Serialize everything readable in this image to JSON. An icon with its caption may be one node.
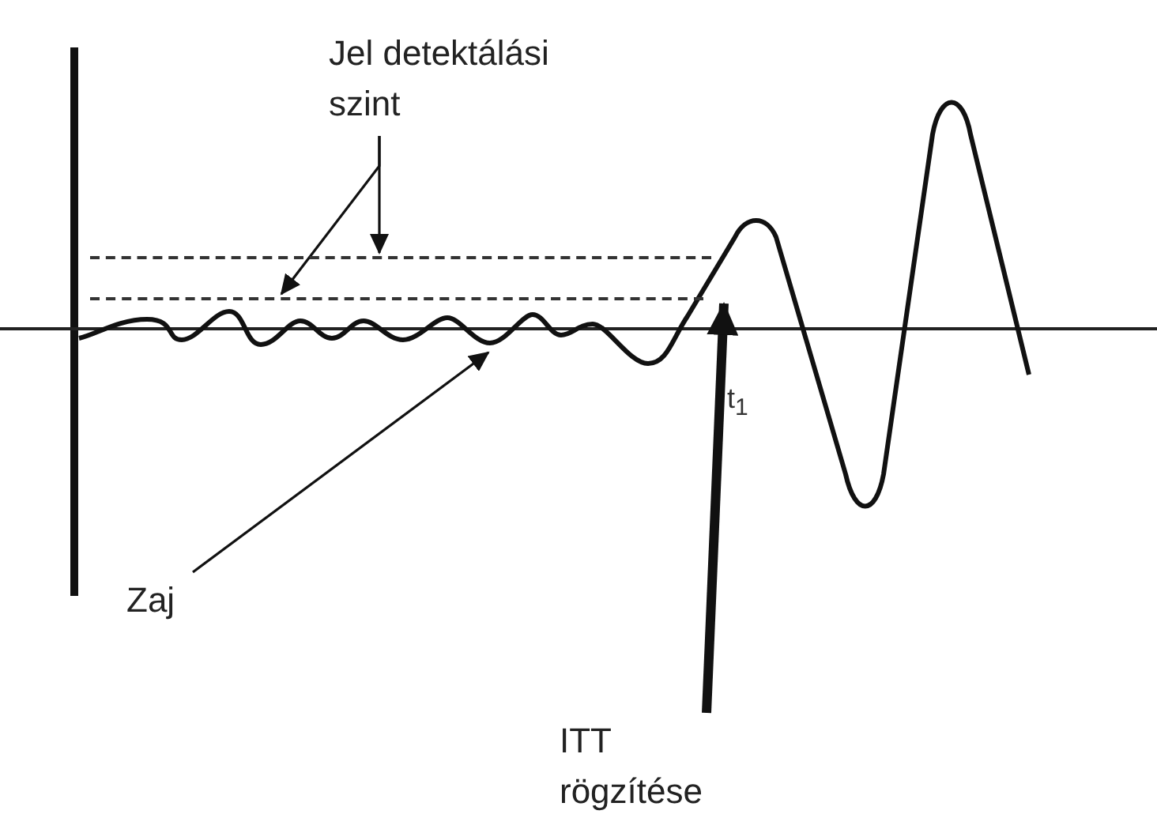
{
  "diagram": {
    "nodes": [
      {
        "text": [
          "Jel detektálási szint"
        ]
      },
      {
        "text": [],
        "shape": "line"
      },
      {
        "text": [],
        "shape": "line"
      },
      {
        "text": [
          "Zaj"
        ]
      },
      {
        "text": [
          "ITT rögzítése"
        ]
      }
    ],
    "edges": [
      {
        "from": 0,
        "to": 1,
        "arrow": "to"
      },
      {
        "from": 0,
        "to": 2,
        "arrow": "to"
      },
      {
        "from": 3,
        "to": null,
        "arrow": "to"
      },
      {
        "from": 4,
        "to": 2,
        "arrow": "to",
        "style": "thick"
      }
    ],
    "labels": [
      "t$_{1}$"
    ]
  }
}
